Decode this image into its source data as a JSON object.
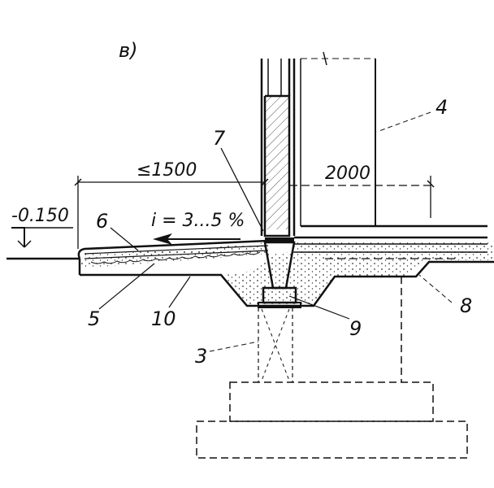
{
  "figure_letter": "в)",
  "elevation": "-0.150",
  "dimensions": {
    "blind_area_width": "≤1500",
    "offset": "2000"
  },
  "slope": "i = 3...5 %",
  "callouts": {
    "n3": "3",
    "n4": "4",
    "n5": "5",
    "n6": "6",
    "n7": "7",
    "n8": "8",
    "n9": "9",
    "n10": "10"
  },
  "colors": {
    "ink": "#111111",
    "paper": "#ffffff"
  }
}
